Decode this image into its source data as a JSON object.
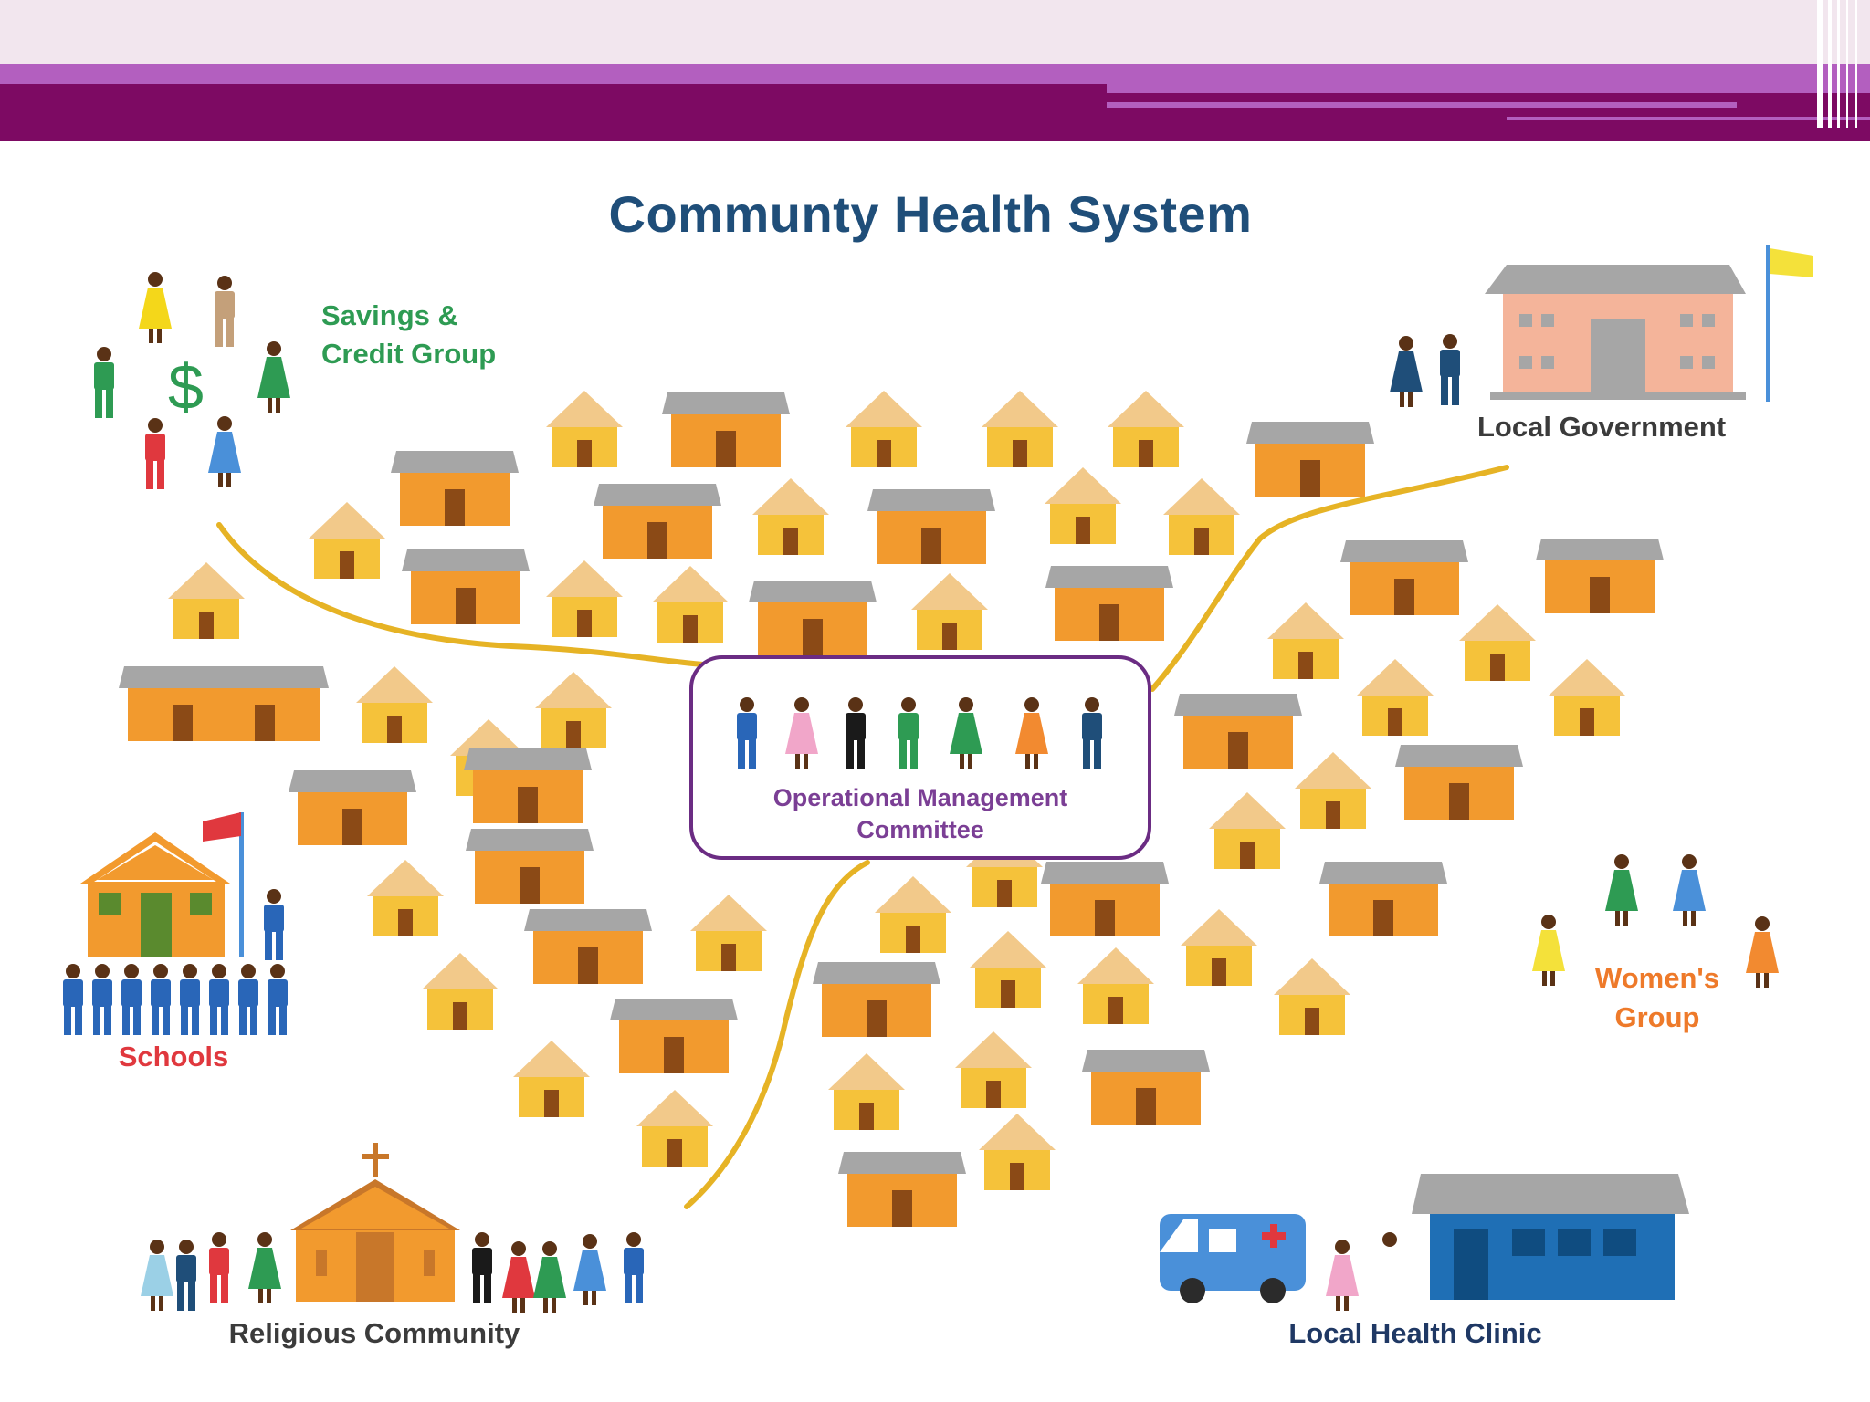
{
  "title": "Communty Health System",
  "groups": {
    "savings": {
      "label_line1": "Savings &",
      "label_line2": "Credit Group",
      "symbol": "$"
    },
    "government": {
      "label": "Local Government"
    },
    "center": {
      "label_line1": "Operational Management",
      "label_line2": "Committee"
    },
    "women": {
      "label_line1": "Women's",
      "label_line2": "Group"
    },
    "schools": {
      "label": "Schools"
    },
    "religious": {
      "label": "Religious Community"
    },
    "clinic": {
      "label": "Local Health Clinic"
    }
  },
  "colors": {
    "banner_dark": "#7d0a63",
    "banner_light": "#b35fbf",
    "banner_top": "#f2e6ee",
    "road": "#e6b325",
    "hut_roof": "#f2c98a",
    "hut_wall": "#f5c23a",
    "house_roof": "#a6a6a6",
    "house_wall": "#f29a2e",
    "door": "#8b4a16",
    "box_border": "#6b2c83",
    "clinic_blue": "#1f6fb5"
  }
}
